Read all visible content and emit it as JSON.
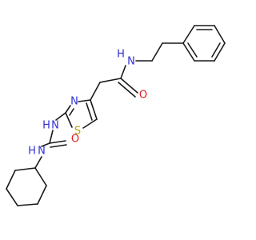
{
  "molecule": {
    "atoms": {
      "amide_n": {
        "label": "N",
        "color": "#2f2fd6"
      },
      "amide_h": {
        "label": "H",
        "color": "#2f2fd6"
      },
      "amide_o": {
        "label": "O",
        "color": "#e8191d"
      },
      "thiazole_n": {
        "label": "N",
        "color": "#2f2fd6"
      },
      "thiazole_s": {
        "label": "S",
        "color": "#b8a300"
      },
      "urea_n1": {
        "label": "N",
        "color": "#2f2fd6"
      },
      "urea_h1": {
        "label": "H",
        "color": "#2f2fd6"
      },
      "urea_o": {
        "label": "O",
        "color": "#e8191d"
      },
      "urea_n2": {
        "label": "N",
        "color": "#2f2fd6"
      },
      "urea_h2": {
        "label": "H",
        "color": "#2f2fd6"
      }
    }
  }
}
